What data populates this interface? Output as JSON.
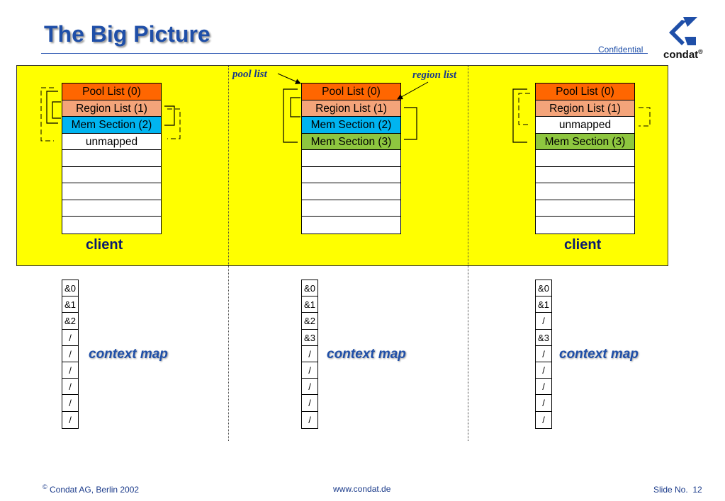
{
  "header": {
    "title": "The Big Picture",
    "confidential": "Confidential",
    "logo_text": "condat",
    "logo_mark": "®"
  },
  "colors": {
    "title": "#1f4fa8",
    "panel": "#ffff00",
    "pool_list": "#ff6600",
    "region_list": "#f4a47a",
    "mem_section_2": "#00b4f0",
    "mem_section_3": "#8ec63f"
  },
  "annotations": {
    "pool_list": "pool list",
    "region_list": "region list"
  },
  "columns": [
    {
      "cells": [
        {
          "label": "Pool List (0)",
          "kind": "pool"
        },
        {
          "label": "Region List (1)",
          "kind": "region"
        },
        {
          "label": "Mem Section (2)",
          "kind": "mem2"
        },
        {
          "label": "unmapped",
          "kind": "blank"
        },
        {
          "label": "",
          "kind": "blank"
        },
        {
          "label": "",
          "kind": "blank"
        },
        {
          "label": "",
          "kind": "blank"
        },
        {
          "label": "",
          "kind": "blank"
        },
        {
          "label": "",
          "kind": "blank"
        }
      ],
      "footer_label": "client",
      "context_map": [
        "&0",
        "&1",
        "&2",
        "/",
        "/",
        "/",
        "/",
        "/",
        "/"
      ],
      "context_label": "context map"
    },
    {
      "cells": [
        {
          "label": "Pool List (0)",
          "kind": "pool"
        },
        {
          "label": "Region List (1)",
          "kind": "region"
        },
        {
          "label": "Mem Section (2)",
          "kind": "mem2"
        },
        {
          "label": "Mem Section (3)",
          "kind": "mem3"
        },
        {
          "label": "",
          "kind": "blank"
        },
        {
          "label": "",
          "kind": "blank"
        },
        {
          "label": "",
          "kind": "blank"
        },
        {
          "label": "",
          "kind": "blank"
        },
        {
          "label": "",
          "kind": "blank"
        }
      ],
      "footer_label": "",
      "context_map": [
        "&0",
        "&1",
        "&2",
        "&3",
        "/",
        "/",
        "/",
        "/",
        "/"
      ],
      "context_label": "context map"
    },
    {
      "cells": [
        {
          "label": "Pool List (0)",
          "kind": "pool"
        },
        {
          "label": "Region List (1)",
          "kind": "region"
        },
        {
          "label": "unmapped",
          "kind": "blank"
        },
        {
          "label": "Mem Section (3)",
          "kind": "mem3"
        },
        {
          "label": "",
          "kind": "blank"
        },
        {
          "label": "",
          "kind": "blank"
        },
        {
          "label": "",
          "kind": "blank"
        },
        {
          "label": "",
          "kind": "blank"
        },
        {
          "label": "",
          "kind": "blank"
        }
      ],
      "footer_label": "client",
      "context_map": [
        "&0",
        "&1",
        "/",
        "&3",
        "/",
        "/",
        "/",
        "/",
        "/"
      ],
      "context_label": "context map"
    }
  ],
  "footer": {
    "copyright_symbol": "©",
    "copyright": "Condat AG, Berlin 2002",
    "url": "www.condat.de",
    "slide_label": "Slide No.",
    "slide_number": "12"
  }
}
